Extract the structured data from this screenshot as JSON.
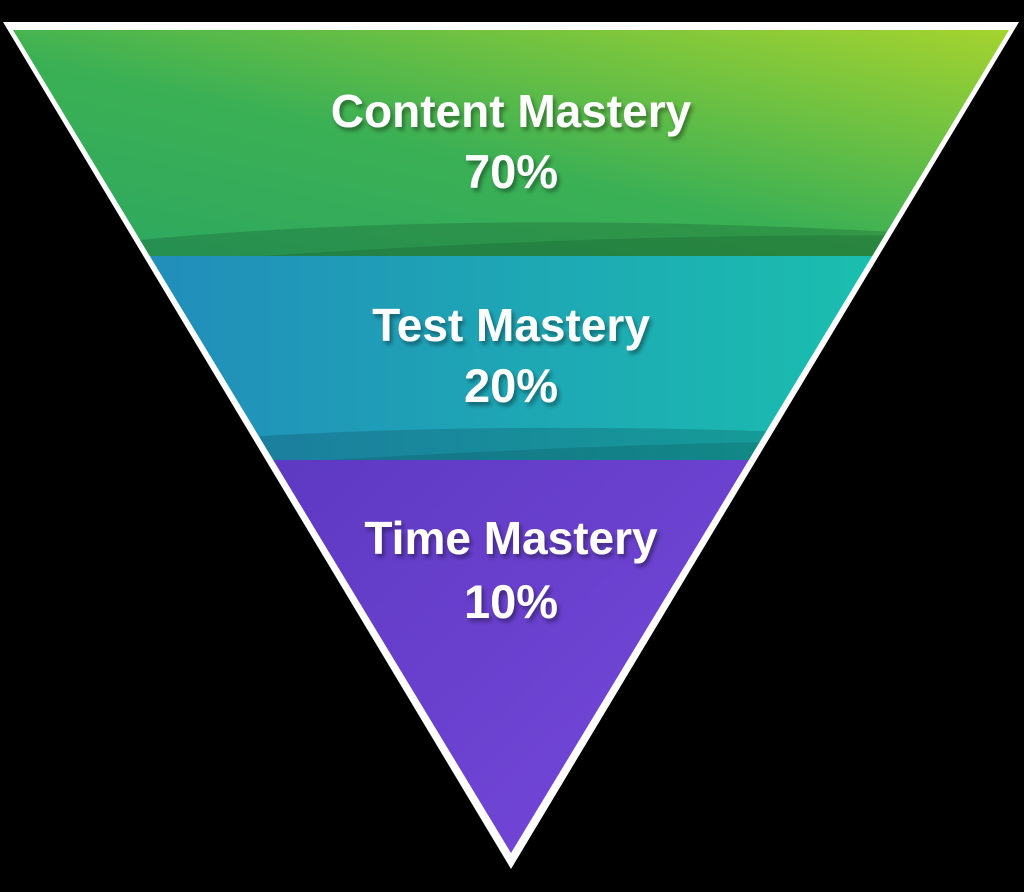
{
  "chart_data": {
    "type": "pyramid",
    "orientation": "inverted",
    "title": "",
    "categories": [
      "Content Mastery",
      "Test Mastery",
      "Time Mastery"
    ],
    "values": [
      70,
      20,
      10
    ],
    "levels": [
      {
        "label": "Content Mastery",
        "value_label": "70%",
        "percent": 70,
        "gradient_start": "#2ca761",
        "gradient_end": "#a6d42e"
      },
      {
        "label": "Test Mastery",
        "value_label": "20%",
        "percent": 20,
        "gradient_start": "#2383bd",
        "gradient_end": "#19c9ac"
      },
      {
        "label": "Time Mastery",
        "value_label": "10%",
        "percent": 10,
        "gradient_start": "#5936bd",
        "gradient_end": "#7b4ce1"
      }
    ],
    "background": "#000000",
    "border_color": "#ffffff",
    "text_color": "#ffffff",
    "legend": "none",
    "grid": false
  }
}
